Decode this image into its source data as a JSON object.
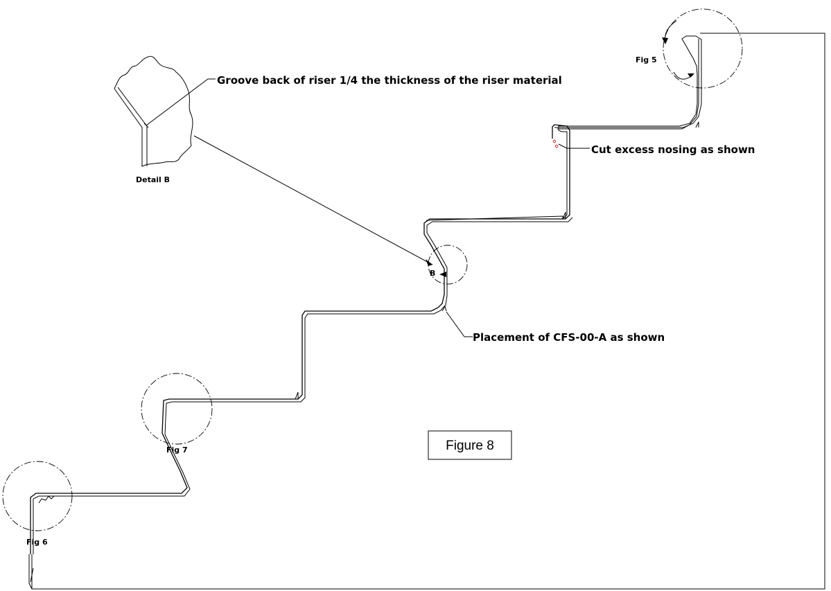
{
  "notes": {
    "groove": "Groove back of riser 1/4 the thickness of the riser material",
    "cut": "Cut excess nosing as shown",
    "placement": "Placement of CFS-00-A as shown"
  },
  "callouts": {
    "detail_b": "Detail B",
    "b": "B",
    "fig5": "Fig 5",
    "fig6": "Fig 6",
    "fig7": "Fig 7"
  },
  "figure_label": "Figure 8",
  "colors": {
    "line": "#000000",
    "accent": "#cc0000",
    "background": "#ffffff"
  }
}
